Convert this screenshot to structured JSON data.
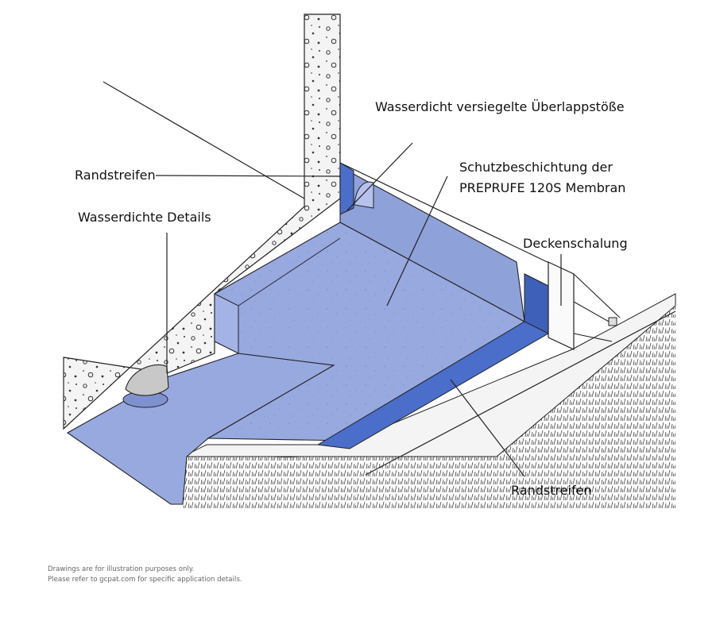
{
  "labels": {
    "overlap": "Wasserdicht versiegelte Überlappstöße",
    "edge_strip_top": "Randstreifen",
    "coating_line1": "Schutzbeschichtung der",
    "coating_line2": "PREPRUFE 120S Membran",
    "details": "Wasserdichte Details",
    "formwork": "Deckenschalung",
    "edge_strip_bottom": "Randstreifen"
  },
  "footnote": {
    "line1": "Drawings are for illustration purposes only.",
    "line2": "Please refer to gcpat.com for specific application details."
  },
  "colors": {
    "membrane": "#98a9e0",
    "membrane_dark": "#4a6ec9",
    "concrete": "#f4f4f4",
    "line": "#222222"
  }
}
